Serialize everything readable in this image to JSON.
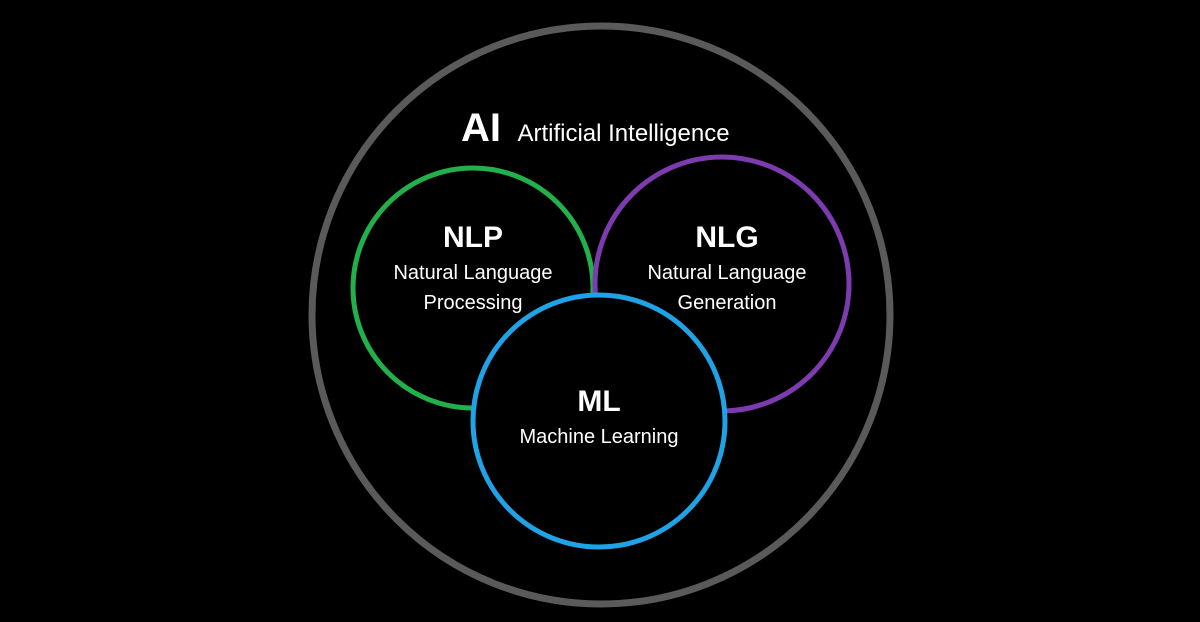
{
  "ai": {
    "abbr": "AI",
    "full": "Artificial Intelligence",
    "color": "#5a5a5a"
  },
  "nlp": {
    "abbr": "NLP",
    "full_line1": "Natural Language",
    "full_line2": "Processing",
    "color": "#22b04b"
  },
  "nlg": {
    "abbr": "NLG",
    "full_line1": "Natural Language",
    "full_line2": "Generation",
    "color": "#7d3bb0"
  },
  "ml": {
    "abbr": "ML",
    "full": "Machine Learning",
    "color": "#1fa3e6"
  },
  "background": "#000000",
  "text_color": "#ffffff"
}
